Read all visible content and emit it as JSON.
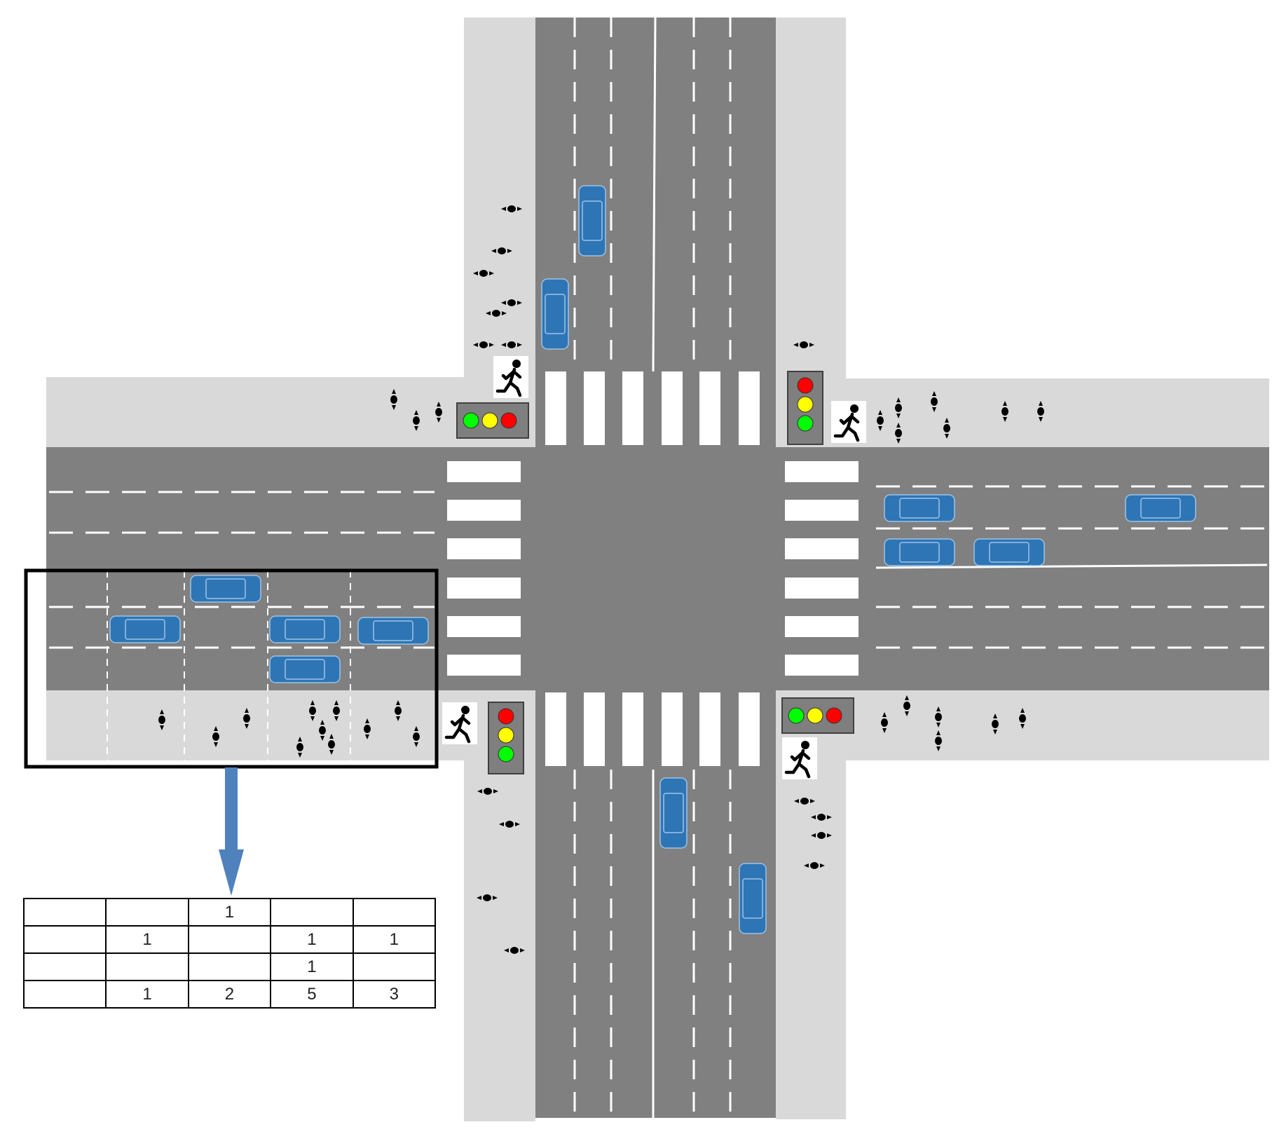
{
  "colors": {
    "road": "#808080",
    "sidewalk": "#d9d9d9",
    "lane_mark": "#ffffff",
    "vehicle": "#2e75b6",
    "signal_red": "#ff0000",
    "signal_yellow": "#ffff00",
    "signal_green": "#00ff00",
    "arrow": "#4f81bd"
  },
  "icons": {
    "vehicle": "car-icon",
    "bicycle": "bicycle-icon",
    "pedestrian": "pedestrian-icon",
    "traffic_light": "traffic-light-icon"
  },
  "roi_grid": {
    "rows": [
      [
        "",
        "",
        "1",
        "",
        ""
      ],
      [
        "",
        "1",
        "",
        "1",
        "1"
      ],
      [
        "",
        "",
        "",
        "1",
        ""
      ],
      [
        "",
        "1",
        "2",
        "5",
        "3"
      ]
    ]
  }
}
